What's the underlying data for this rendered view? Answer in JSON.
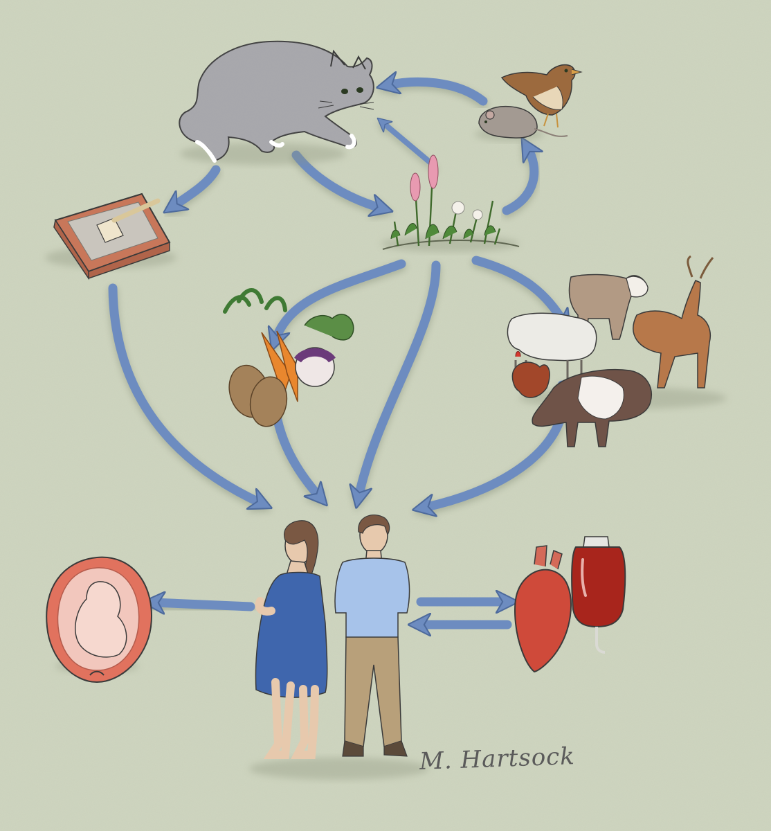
{
  "artwork": {
    "signature": "M. Hartsock",
    "colors": {
      "background": "#cfd5c0",
      "background_speckle": "#b9c4a4",
      "arrow": "#6d8cc0",
      "arrow_edge": "#4d6a9c",
      "arrow_shadow": "#7b8570",
      "ink": "#3a3a3a",
      "signature": "#5a5a5a"
    }
  },
  "nodes": [
    {
      "id": "cat",
      "icon": "cat-icon"
    },
    {
      "id": "rodent",
      "icon": "mouse-icon"
    },
    {
      "id": "bird",
      "icon": "bird-icon"
    },
    {
      "id": "plants",
      "icon": "wildflowers-icon"
    },
    {
      "id": "litter_box",
      "icon": "litter-box-icon"
    },
    {
      "id": "vegetables",
      "icon": "root-vegetables-icon"
    },
    {
      "id": "livestock",
      "icon": "livestock-icon"
    },
    {
      "id": "humans",
      "icon": "people-icon"
    },
    {
      "id": "fetus",
      "icon": "fetus-in-uterus-icon"
    },
    {
      "id": "transplant",
      "icon": "heart-icon"
    },
    {
      "id": "transfusion",
      "icon": "blood-bag-icon"
    }
  ],
  "edges": [
    {
      "from": "rodent",
      "to": "cat"
    },
    {
      "from": "plants",
      "to": "cat"
    },
    {
      "from": "plants",
      "to": "rodent"
    },
    {
      "from": "cat",
      "to": "litter_box"
    },
    {
      "from": "cat",
      "to": "plants"
    },
    {
      "from": "litter_box",
      "to": "humans"
    },
    {
      "from": "plants",
      "to": "vegetables"
    },
    {
      "from": "plants",
      "to": "humans"
    },
    {
      "from": "plants",
      "to": "livestock"
    },
    {
      "from": "vegetables",
      "to": "humans"
    },
    {
      "from": "livestock",
      "to": "humans"
    },
    {
      "from": "humans",
      "to": "fetus"
    },
    {
      "from": "humans",
      "to": "transplant"
    },
    {
      "from": "transplant",
      "to": "humans"
    }
  ]
}
